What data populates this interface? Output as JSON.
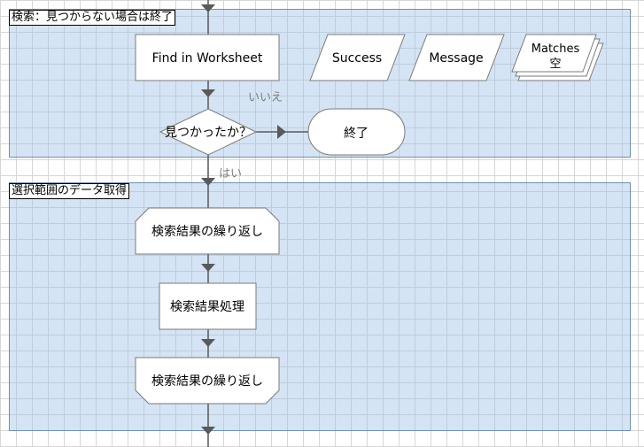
{
  "lanes": {
    "search": {
      "title": "検索：見つからない場合は終了"
    },
    "range": {
      "title": "選択範囲のデータ取得"
    }
  },
  "nodes": {
    "find": "Find in Worksheet",
    "success": "Success",
    "message": "Message",
    "matches": {
      "line1": "Matches",
      "line2": "空"
    },
    "decision": "見つかったか？",
    "end": "終了",
    "loop_start": "検索結果の繰り返し",
    "process": "検索結果処理",
    "loop_end": "検索結果の繰り返し"
  },
  "edge_labels": {
    "no": "いいえ",
    "yes": "はい"
  },
  "colors": {
    "lane_fill": "#b9d3ee",
    "lane_border": "#6f8fb5",
    "connector": "#5a5a5a",
    "node_border": "#7a7a7a",
    "edge_label": "#7f7f7f",
    "grid": "#d6d6d6"
  }
}
